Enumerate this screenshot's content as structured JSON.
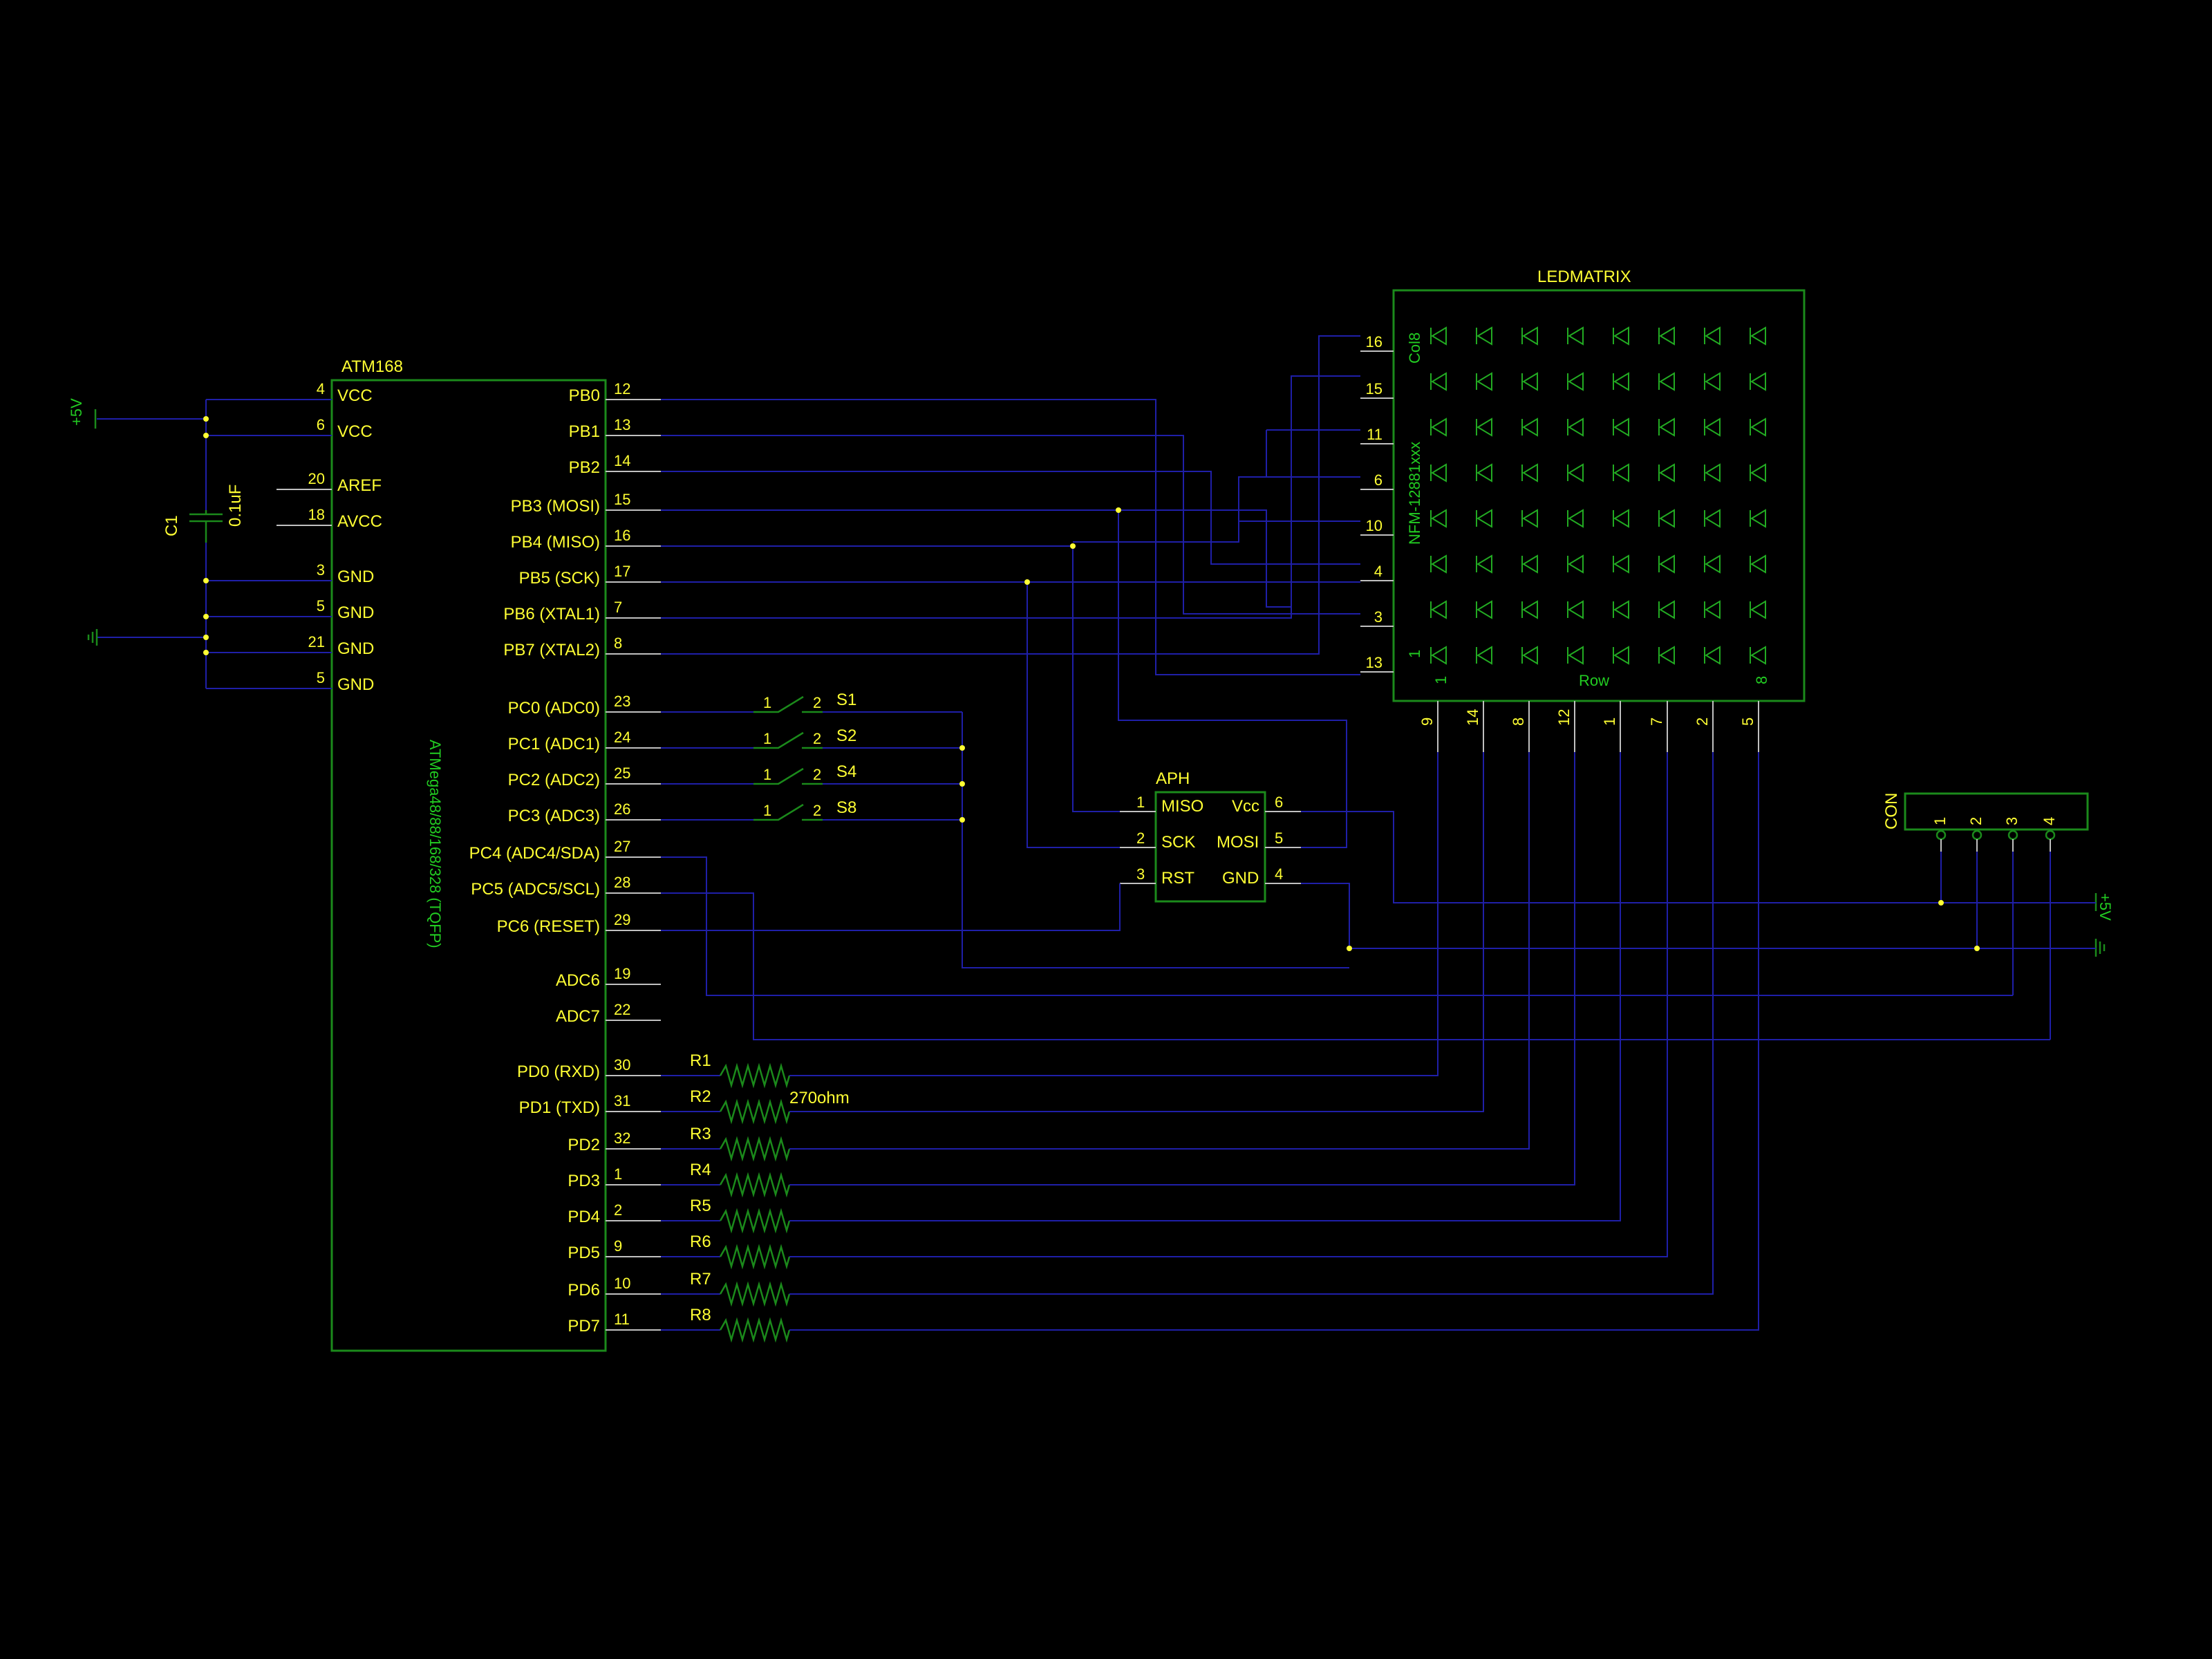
{
  "mcu": {
    "name": "ATM168",
    "value": "ATMega48/88/168/328 (TQFP)",
    "left_pins": [
      {
        "num": "4",
        "label": "VCC"
      },
      {
        "num": "6",
        "label": "VCC"
      },
      {
        "num": "20",
        "label": "AREF"
      },
      {
        "num": "18",
        "label": "AVCC"
      },
      {
        "num": "3",
        "label": "GND"
      },
      {
        "num": "5",
        "label": "GND"
      },
      {
        "num": "21",
        "label": "GND"
      },
      {
        "num": "5",
        "label": "GND"
      }
    ],
    "right_pins": [
      {
        "num": "12",
        "label": "PB0"
      },
      {
        "num": "13",
        "label": "PB1"
      },
      {
        "num": "14",
        "label": "PB2"
      },
      {
        "num": "15",
        "label": "PB3 (MOSI)"
      },
      {
        "num": "16",
        "label": "PB4 (MISO)"
      },
      {
        "num": "17",
        "label": "PB5 (SCK)"
      },
      {
        "num": "7",
        "label": "PB6 (XTAL1)"
      },
      {
        "num": "8",
        "label": "PB7 (XTAL2)"
      },
      {
        "num": "23",
        "label": "PC0 (ADC0)"
      },
      {
        "num": "24",
        "label": "PC1 (ADC1)"
      },
      {
        "num": "25",
        "label": "PC2 (ADC2)"
      },
      {
        "num": "26",
        "label": "PC3 (ADC3)"
      },
      {
        "num": "27",
        "label": "PC4 (ADC4/SDA)"
      },
      {
        "num": "28",
        "label": "PC5 (ADC5/SCL)"
      },
      {
        "num": "29",
        "label": "PC6 (RESET)"
      },
      {
        "num": "19",
        "label": "ADC6"
      },
      {
        "num": "22",
        "label": "ADC7"
      },
      {
        "num": "30",
        "label": "PD0 (RXD)"
      },
      {
        "num": "31",
        "label": "PD1 (TXD)"
      },
      {
        "num": "32",
        "label": "PD2"
      },
      {
        "num": "1",
        "label": "PD3"
      },
      {
        "num": "2",
        "label": "PD4"
      },
      {
        "num": "9",
        "label": "PD5"
      },
      {
        "num": "10",
        "label": "PD6"
      },
      {
        "num": "11",
        "label": "PD7"
      }
    ]
  },
  "capacitor": {
    "name": "C1",
    "value": "0.1uF"
  },
  "power_labels": {
    "vcc": "+5V",
    "gnd": "⏚"
  },
  "switches": [
    {
      "name": "S1",
      "p1": "1",
      "p2": "2"
    },
    {
      "name": "S2",
      "p1": "1",
      "p2": "2"
    },
    {
      "name": "S4",
      "p1": "1",
      "p2": "2"
    },
    {
      "name": "S8",
      "p1": "1",
      "p2": "2"
    }
  ],
  "resistors": {
    "names": [
      "R1",
      "R2",
      "R3",
      "R4",
      "R5",
      "R6",
      "R7",
      "R8"
    ],
    "value": "270ohm"
  },
  "isp": {
    "name": "APH",
    "pins": [
      {
        "num": "1",
        "label": "MISO"
      },
      {
        "num": "2",
        "label": "SCK"
      },
      {
        "num": "3",
        "label": "RST"
      },
      {
        "num": "6",
        "label": "Vcc"
      },
      {
        "num": "5",
        "label": "MOSI"
      },
      {
        "num": "4",
        "label": "GND"
      }
    ]
  },
  "matrix": {
    "name": "LEDMATRIX",
    "value": "NFM-12881xxx",
    "col_label": "Col8",
    "row_label": "Row",
    "corner_1a": "1",
    "corner_1b": "1",
    "corner_8": "8",
    "left_pins": [
      "16",
      "15",
      "11",
      "6",
      "10",
      "4",
      "3",
      "13"
    ],
    "bottom_pins": [
      "9",
      "14",
      "8",
      "12",
      "1",
      "7",
      "2",
      "5"
    ]
  },
  "connector": {
    "name": "CON",
    "pins": [
      "1",
      "2",
      "3",
      "4"
    ]
  }
}
